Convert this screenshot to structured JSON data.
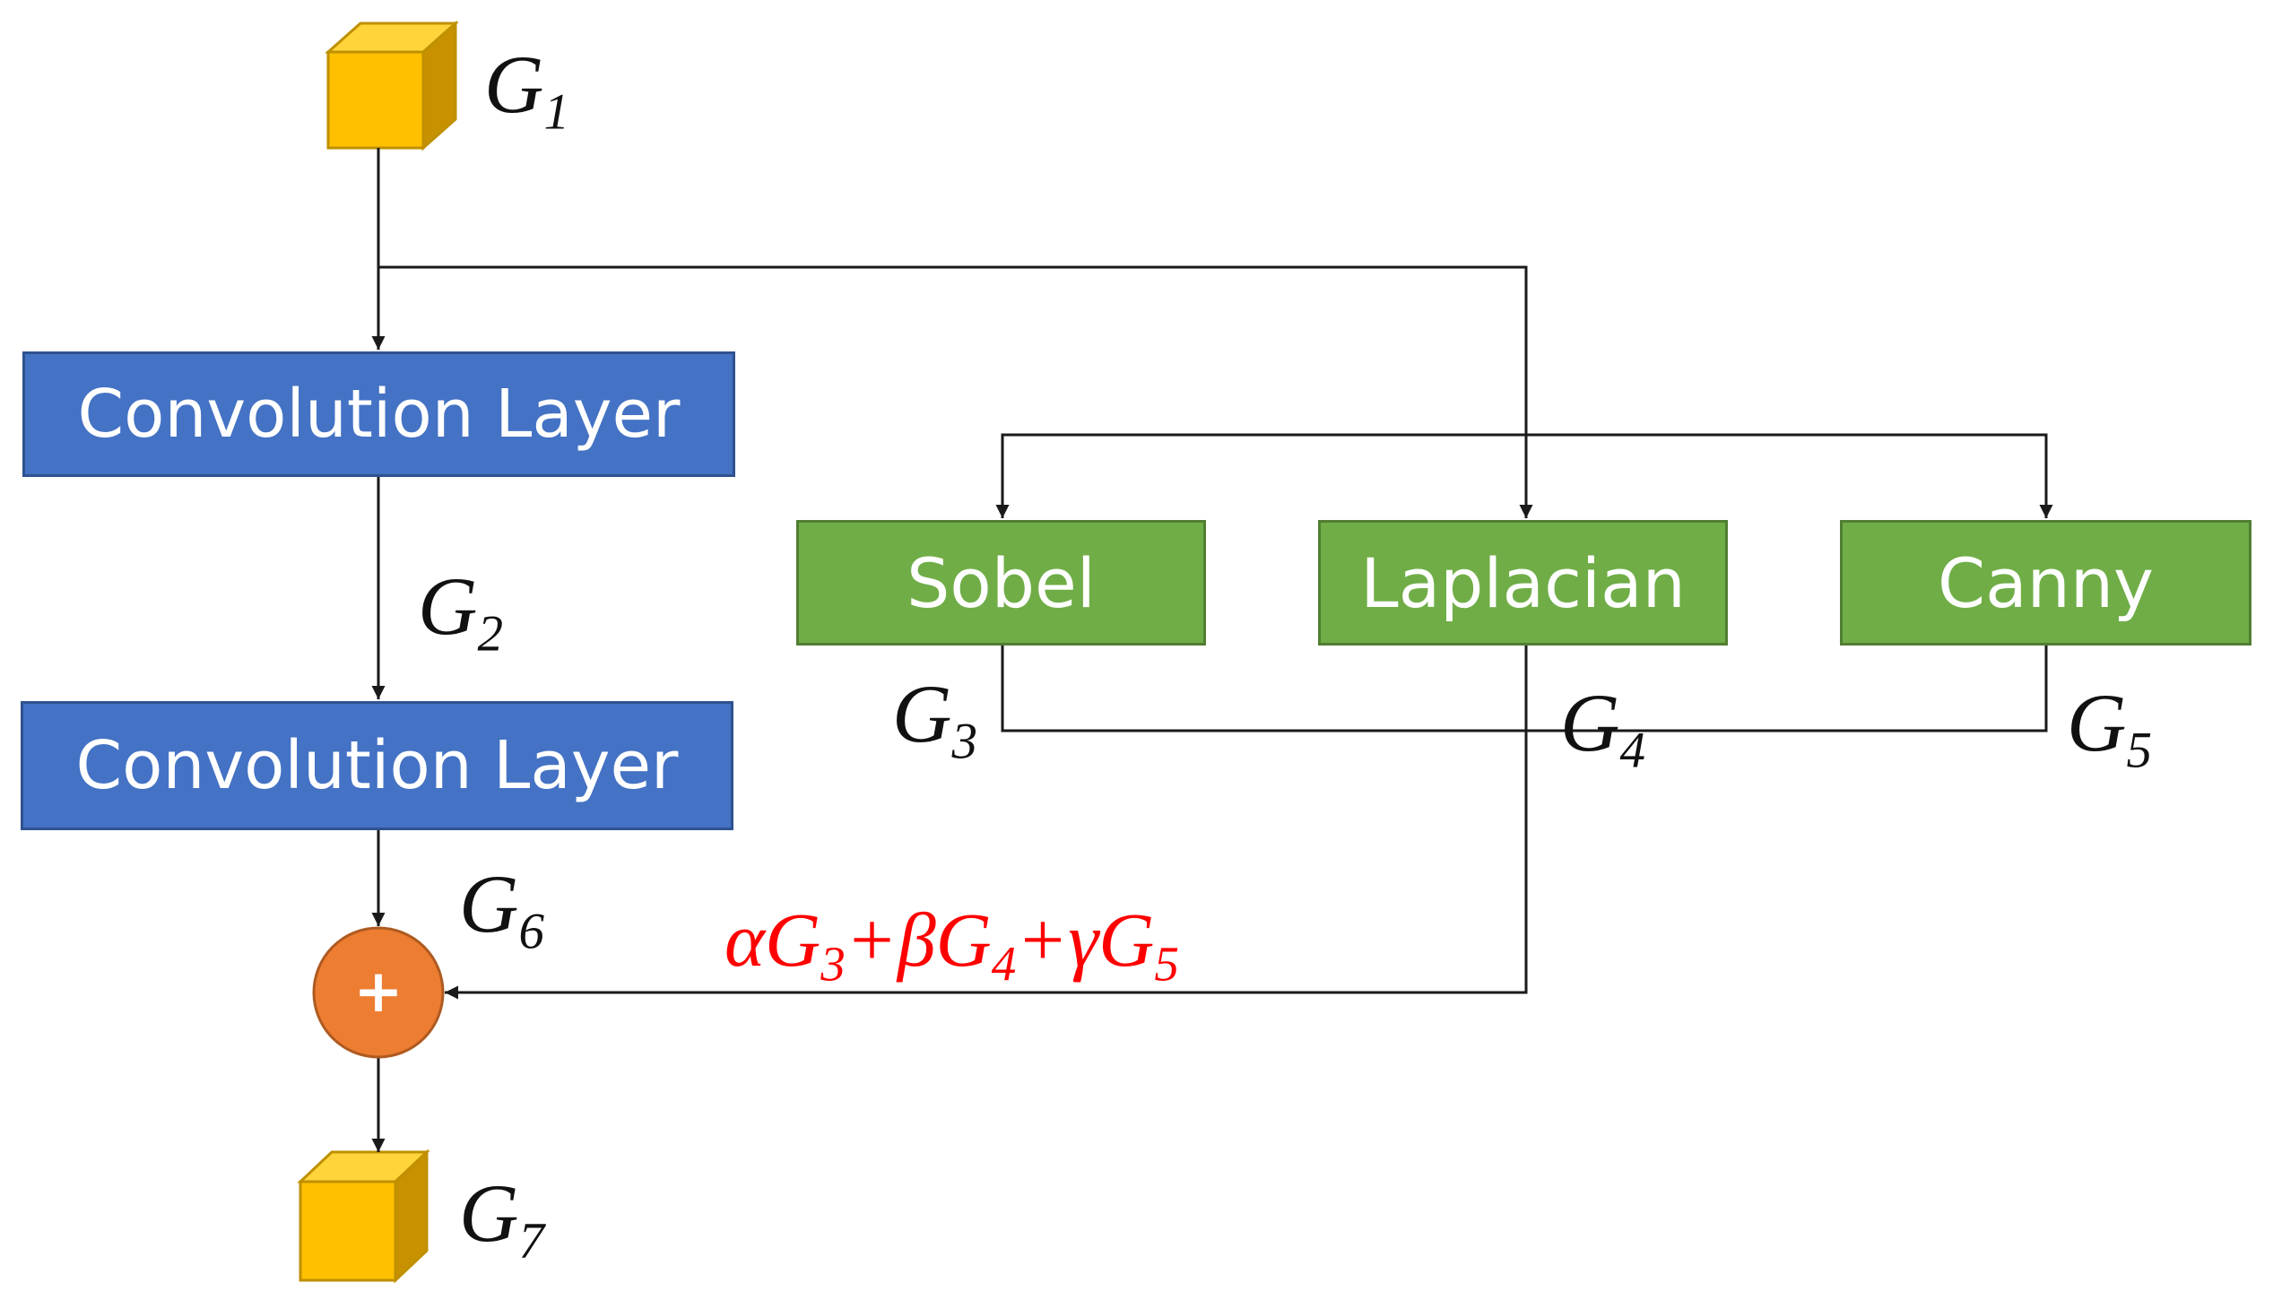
{
  "colors": {
    "conv_fill": "#4472C4",
    "edge_fill": "#70AD47",
    "tensor_fill": "#FFC000",
    "add_fill": "#ED7D31",
    "formula": "#FF0000",
    "line": "#1A1A1A"
  },
  "icons": {
    "input_tensor": "cube-icon",
    "output_tensor": "cube-icon",
    "add_node": "plus-circle-icon"
  },
  "blocks": {
    "conv1": "Convolution Layer",
    "conv2": "Convolution Layer",
    "sobel": "Sobel",
    "laplacian": "Laplacian",
    "canny": "Canny"
  },
  "labels": {
    "g1": {
      "base": "G",
      "sub": "1"
    },
    "g2": {
      "base": "G",
      "sub": "2"
    },
    "g3": {
      "base": "G",
      "sub": "3"
    },
    "g4": {
      "base": "G",
      "sub": "4"
    },
    "g5": {
      "base": "G",
      "sub": "5"
    },
    "g6": {
      "base": "G",
      "sub": "6"
    },
    "g7": {
      "base": "G",
      "sub": "7"
    }
  },
  "formula": {
    "alpha": "α",
    "g3": "G",
    "g3_sub": "3",
    "plus1": "+",
    "beta": "β",
    "g4": "G",
    "g4_sub": "4",
    "plus2": "+",
    "gamma": "γ",
    "g5": "G",
    "g5_sub": "5"
  },
  "add_symbol": "+"
}
